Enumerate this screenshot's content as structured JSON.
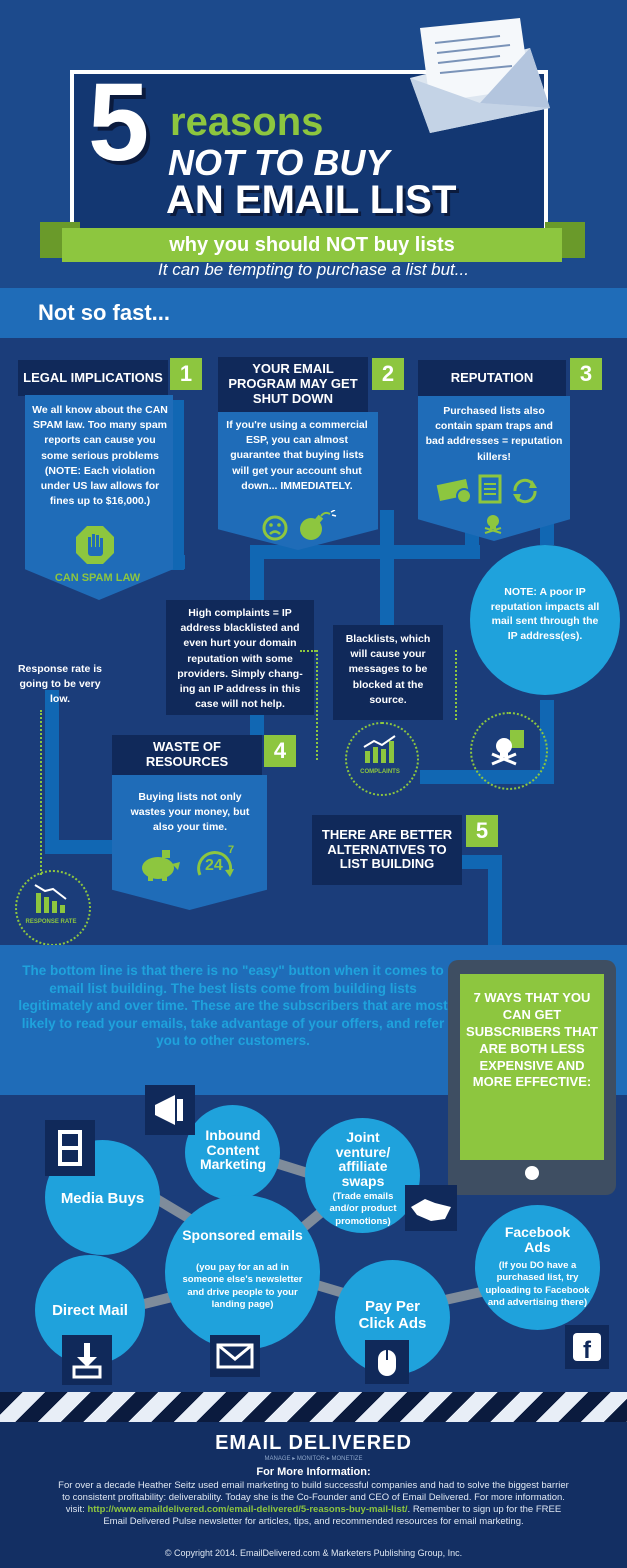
{
  "header": {
    "number": "5",
    "reasons": "reasons",
    "line1": "NOT TO BUY",
    "line2": "AN EMAIL LIST",
    "ribbon": "why you should NOT buy lists",
    "tagline": "It can be tempting to purchase a list but...",
    "not_so_fast": "Not so fast..."
  },
  "reasons": [
    {
      "num": "1",
      "title": "LEGAL IMPLICATIONS",
      "body": "We all know about the CAN SPAM law. Too many spam reports can cause you some serious problems (NOTE: Each violation under US law allows for fines up to $16,000.)",
      "badge": "CAN SPAM LAW"
    },
    {
      "num": "2",
      "title": "YOUR EMAIL PROGRAM MAY GET SHUT DOWN",
      "body": "If you're using a commercial ESP, you can almost guarantee that buying lists will get your account shut down... IMMEDIATELY."
    },
    {
      "num": "3",
      "title": "REPUTATION",
      "body": "Purchased lists also contain spam traps and bad addresses = reputation killers!"
    },
    {
      "num": "4",
      "title": "WASTE OF RESOURCES",
      "body": "Buying lists not only wastes your money, but also your time."
    },
    {
      "num": "5",
      "title": "THERE ARE BETTER ALTERNATIVES TO LIST BUILDING"
    }
  ],
  "notes": {
    "complaints": "High complaints = IP address blacklisted and even hurt your domain reputation with some providers. Simply chang-ing an IP address in this case will not help.",
    "blacklists": "Blacklists, which will cause your messages to be blocked at the source.",
    "ip_note": "NOTE: A poor IP reputation impacts all mail sent through the IP address(es).",
    "response": "Response rate is going to be very low.",
    "complaints_label": "COMPLAINTS",
    "response_label": "RESPONSE RATE",
    "clock_number": "24"
  },
  "bottom_line": "The bottom line is that there is no \"easy\" button when it comes to email list building. The best lists come from building lists legitimately and over time. These are the subscribers that are most likely to read your emails, take advantage of your offers, and refer you to other customers.",
  "tablet_text": "7 WAYS THAT YOU CAN GET SUBSCRIBERS THAT ARE BOTH LESS EXPENSIVE AND MORE EFFECTIVE:",
  "ways": [
    {
      "title": "Media Buys"
    },
    {
      "title": "Inbound Content Marketing"
    },
    {
      "title": "Joint venture/ affiliate swaps",
      "sub": "(Trade emails and/or product promotions)"
    },
    {
      "title": "Sponsored emails",
      "sub": "(you pay for an ad in someone else's newsletter and drive people to your landing page)"
    },
    {
      "title": "Direct Mail"
    },
    {
      "title": "Pay Per Click Ads"
    },
    {
      "title": "Facebook Ads",
      "sub": "(If you DO have a purchased list, try uploading to Facebook and advertising there)"
    }
  ],
  "footer": {
    "logo": "EMAIL DELIVERED",
    "logo_tag": "MANAGE ▸ MONITOR ▸ MONETIZE",
    "more_info": "For More Information:",
    "body_pre": "For over a decade Heather Seitz used email marketing to build successful companies and had to solve the biggest barrier to consistent profitability: deliverability. Today she is the Co-Founder and CEO of Email Delivered. For more information. visit: ",
    "url": "http://www.emaildelivered.com/email-delivered/5-reasons-buy-mail-list/",
    "body_post": ". Remember to sign up for the FREE Email Delivered Pulse newsletter for articles, tips, and recommended resources for email marketing.",
    "copyright": "© Copyright 2014. EmailDelivered.com & Marketers Publishing Group, Inc."
  },
  "colors": {
    "background": "#1b3d7a",
    "green": "#8dc63f",
    "circle": "#1fa2dc",
    "navy": "#10295a"
  }
}
